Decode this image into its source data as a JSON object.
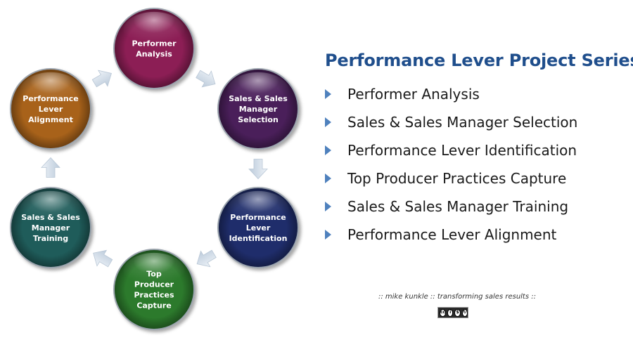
{
  "diagram": {
    "nodes": [
      {
        "lines": [
          "Performer",
          "Analysis"
        ],
        "color": "#8c1e55"
      },
      {
        "lines": [
          "Sales & Sales",
          "Manager",
          "Selection"
        ],
        "color": "#4a1f5a"
      },
      {
        "lines": [
          "Performance",
          "Lever",
          "Identification"
        ],
        "color": "#1f2d6b"
      },
      {
        "lines": [
          "Top",
          "Producer",
          "Practices",
          "Capture"
        ],
        "color": "#2c7a2c"
      },
      {
        "lines": [
          "Sales & Sales",
          "Manager",
          "Training"
        ],
        "color": "#1f5c5a"
      },
      {
        "lines": [
          "Performance",
          "Lever",
          "Alignment"
        ],
        "color": "#a8621a"
      }
    ]
  },
  "series": {
    "title": "Performance Lever Project Series",
    "items": [
      "Performer Analysis",
      "Sales & Sales Manager Selection",
      "Performance Lever Identification",
      "Top Producer Practices Capture",
      "Sales & Sales Manager Training",
      "Performance Lever Alignment"
    ]
  },
  "footer": {
    "credit": "::  mike kunkle  ::  transforming sales results  ::",
    "license_icons": [
      "creative-commons-icon",
      "attribution-icon",
      "noncommercial-icon",
      "share-alike-icon"
    ]
  }
}
